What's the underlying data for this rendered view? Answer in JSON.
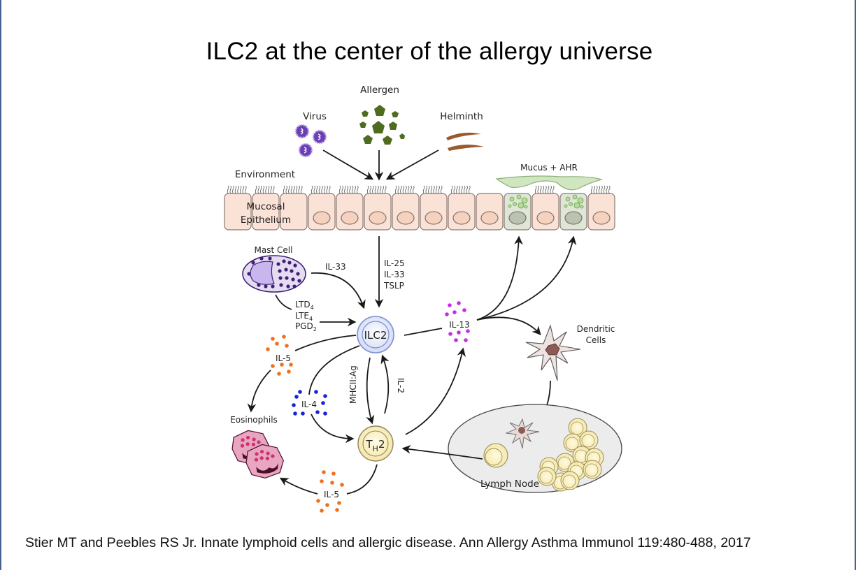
{
  "slide": {
    "title": "ILC2 at the center of the allergy universe",
    "citation": "Stier MT and Peebles RS Jr. Innate lymphoid cells and allergic disease. Ann Allergy Asthma Immunol 119:480-488, 2017"
  },
  "diagram": {
    "triggers": {
      "virus": "Virus",
      "allergen": "Allergen",
      "helminth": "Helminth"
    },
    "environment_label": "Environment",
    "epithelium_label_line1": "Mucosal",
    "epithelium_label_line2": "Epithelium",
    "mucus_label": "Mucus + AHR",
    "epithelial_signals": [
      "IL-25",
      "IL-33",
      "TSLP"
    ],
    "mast_cell": {
      "label": "Mast Cell",
      "il33": "IL-33",
      "mediators": [
        {
          "base": "LTD",
          "sub": "4"
        },
        {
          "base": "LTE",
          "sub": "4"
        },
        {
          "base": "PGD",
          "sub": "2"
        }
      ]
    },
    "ilc2_label": "ILC2",
    "th2_label": {
      "base": "T",
      "sub": "H",
      "suffix": "2"
    },
    "cytokines": {
      "il13": "IL-13",
      "il5_upper": "IL-5",
      "il4": "IL-4",
      "il5_lower": "IL-5",
      "il2": "IL-2",
      "mhcii": "MHCII:Ag"
    },
    "dendritic_cells_line1": "Dendritic",
    "dendritic_cells_line2": "Cells",
    "eosinophils_label": "Eosinophils",
    "lymph_node_label": "Lymph Node",
    "colors": {
      "virus": "#6a3fb5",
      "allergen": "#4f6b1f",
      "helminth": "#9a5a2a",
      "epithelium_fill": "#fbe2d6",
      "epithelium_stroke": "#8a7a72",
      "goblet_fill": "#dfe6d8",
      "mucus_fill": "#cfe6c0",
      "il5_dots": "#f07020",
      "il4_dots": "#1a22d8",
      "il13_dots": "#c030e0",
      "ilc2_fill": "#dfe5f7",
      "ilc2_stroke": "#7b8fd0",
      "th2_fill": "#fbefb8",
      "th2_stroke": "#8f8660",
      "mast_fill": "#e6dcf2",
      "mast_granule": "#3f1f78",
      "eosinophil_fill": "#e8a6c2",
      "eosinophil_granule": "#d0306e",
      "eosinophil_nucleus": "#4a0f22",
      "dendritic_fill": "#eee3e0",
      "dendritic_nucleus": "#8d5a56",
      "lymph_node_fill": "#ececec"
    }
  }
}
